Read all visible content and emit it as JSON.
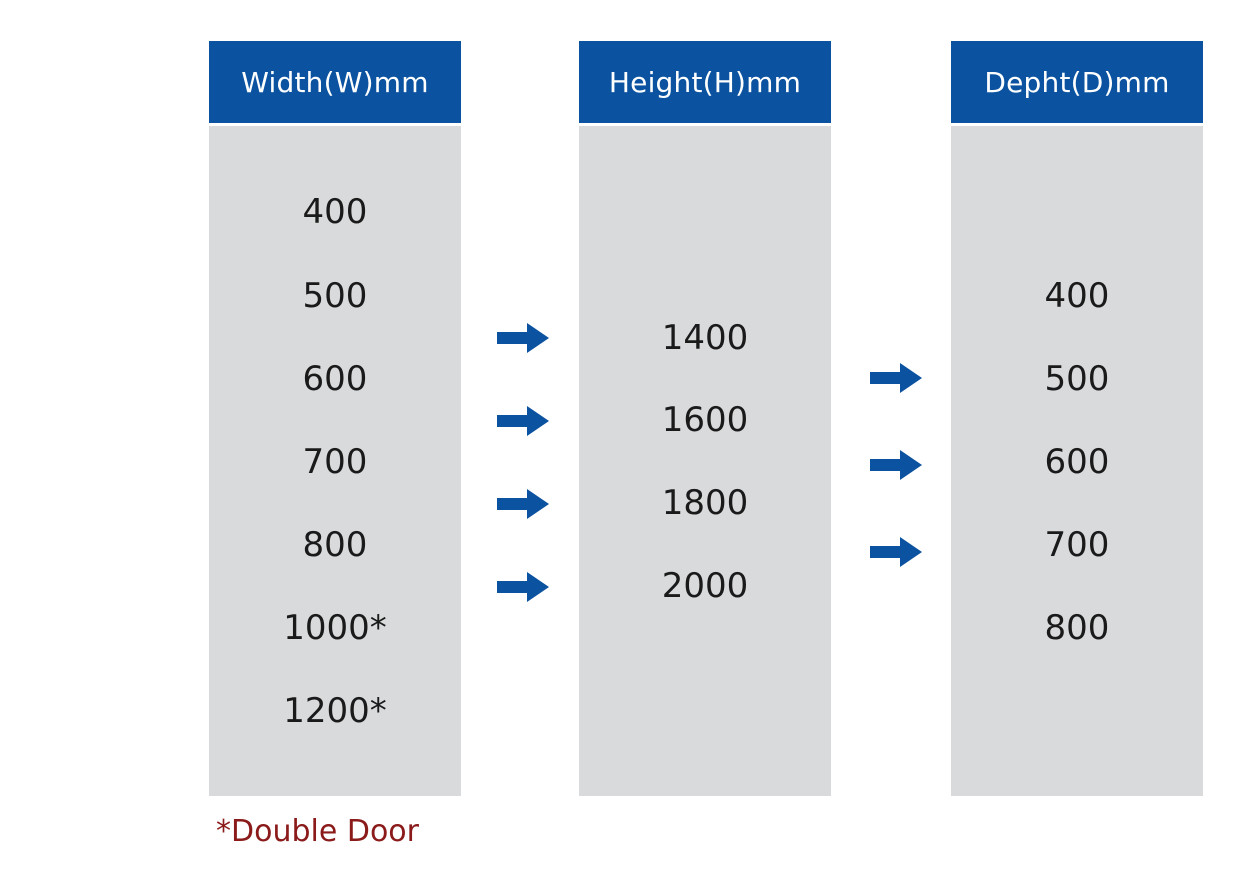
{
  "colors": {
    "header_bg": "#0b52a0",
    "body_bg": "#d9dadc",
    "arrow": "#0b52a0",
    "note": "#8b1a1a"
  },
  "columns": {
    "width": {
      "header": "Width(W)mm",
      "values": [
        "400",
        "500",
        "600",
        "700",
        "800",
        "1000*",
        "1200*"
      ]
    },
    "height": {
      "header": "Height(H)mm",
      "values": [
        "1400",
        "1600",
        "1800",
        "2000"
      ]
    },
    "depth": {
      "header": "Depht(D)mm",
      "values": [
        "400",
        "500",
        "600",
        "700",
        "800"
      ]
    }
  },
  "arrow_icon": "arrow-right-icon",
  "note": "*Double Door"
}
